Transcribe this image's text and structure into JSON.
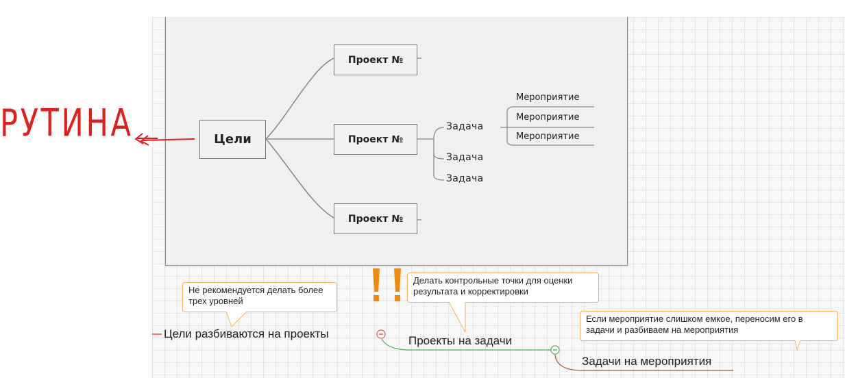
{
  "colors": {
    "handwriting": "#e0201e",
    "callout_border": "#f2b35a",
    "priority_mark": "#f28b0c",
    "connector_green": "#4caf50",
    "connector_brown": "#a0522d"
  },
  "handwritten_note": {
    "text": "РУТИНА",
    "arrow": "left-arrow"
  },
  "diagram": {
    "root": "Цели",
    "projects": [
      "Проект №",
      "Проект №",
      "Проект №"
    ],
    "tasks": [
      "Задача",
      "Задача",
      "Задача"
    ],
    "activities": [
      "Мероприятие",
      "Мероприятие",
      "Мероприятие"
    ]
  },
  "callouts": {
    "levels": "Не рекомендуется делать более трех уровней",
    "checkpoints": "Делать контрольные точки для оценки результата и корректировки",
    "activity": "Если мероприятие слишком емкое, переносим его в задачи и разбиваем на мероприятия"
  },
  "priority_icons": [
    "exclamation-icon",
    "exclamation-icon"
  ],
  "branches": {
    "b1": "Цели разбиваются на проекты",
    "b2": "Проекты на задачи",
    "b3": "Задачи на мероприятия"
  },
  "collapse_icons": [
    "minus-circle-icon",
    "minus-circle-icon"
  ]
}
